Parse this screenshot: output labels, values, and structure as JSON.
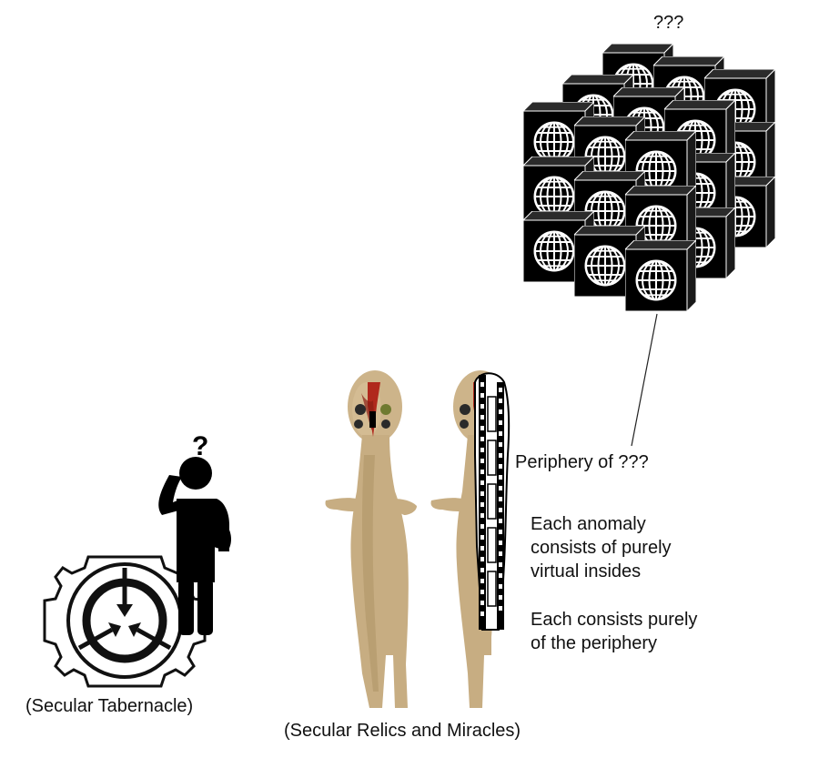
{
  "cube": {
    "title": "???",
    "icon": "globe-icon"
  },
  "labels": {
    "periphery": "Periphery of ???",
    "note1": [
      "Each anomaly",
      "consists of purely",
      "virtual insides"
    ],
    "note2": [
      "Each consists purely",
      "of the periphery"
    ]
  },
  "captions": {
    "tabernacle": "(Secular Tabernacle)",
    "relics": "(Secular Relics and Miracles)"
  },
  "figures": {
    "thinker": "thinking-person-icon",
    "question_mark": "?",
    "emblem": "scp-emblem-icon",
    "statue_1": "statue-figure",
    "statue_2": "statue-figure-film-half",
    "film": "film-strip-icon"
  },
  "colors": {
    "ink": "#111111",
    "statue_body": "#cdb48a",
    "statue_shadow": "#a98d5f",
    "statue_mark": "#b0281c"
  }
}
